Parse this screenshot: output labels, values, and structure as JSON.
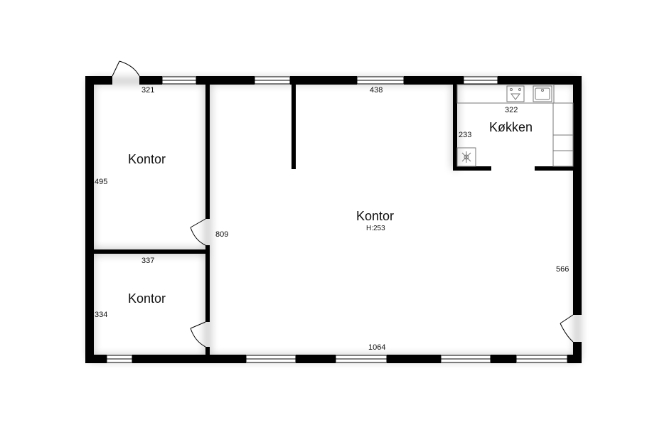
{
  "rooms": {
    "office_top_left": "Kontor",
    "office_bottom_left": "Kontor",
    "office_main": "Kontor",
    "office_main_height": "H:253",
    "kitchen": "Køkken"
  },
  "dimensions": {
    "top_left_width": "321",
    "top_main_width": "438",
    "kitchen_width": "322",
    "kitchen_height": "233",
    "left_top_height": "495",
    "main_depth": "809",
    "left_bottom_width": "337",
    "right_height": "566",
    "left_bottom_height": "334",
    "bottom_width": "1064"
  },
  "colors": {
    "wall": "#000000",
    "background": "#ffffff",
    "fixture": "#888888"
  }
}
